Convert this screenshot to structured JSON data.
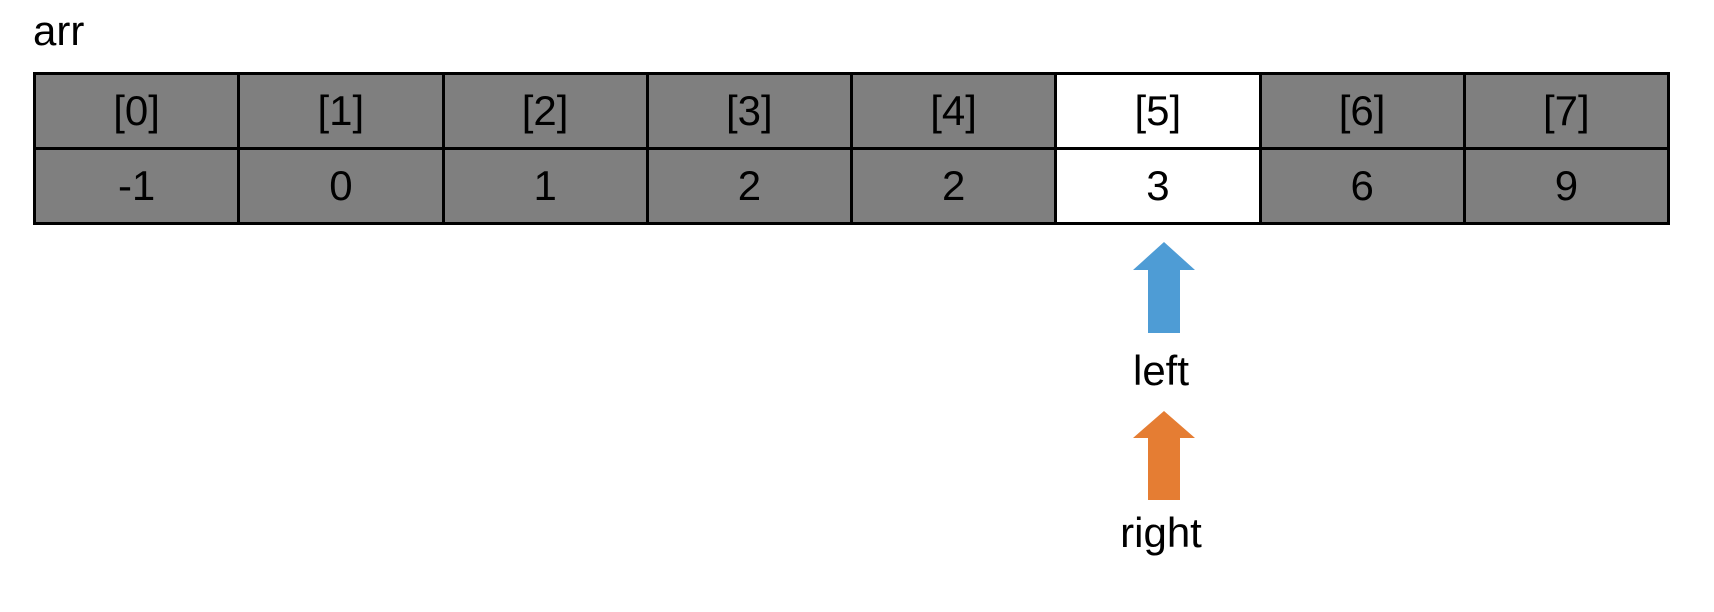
{
  "arr": {
    "label": "arr",
    "indices": [
      "[0]",
      "[1]",
      "[2]",
      "[3]",
      "[4]",
      "[5]",
      "[6]",
      "[7]"
    ],
    "values": [
      "-1",
      "0",
      "1",
      "2",
      "2",
      "3",
      "6",
      "9"
    ],
    "highlighted_index": 5,
    "pointers": {
      "left": {
        "label": "left",
        "color": "#4E9CD5",
        "points_to_index": 5
      },
      "right": {
        "label": "right",
        "color": "#E57D33",
        "points_to_index": 5
      }
    },
    "colors": {
      "cell_fill": "#7F7F7F",
      "highlight_fill": "#FFFFFF",
      "border": "#000000",
      "text": "#000000",
      "background": "#FFFFFF"
    }
  }
}
